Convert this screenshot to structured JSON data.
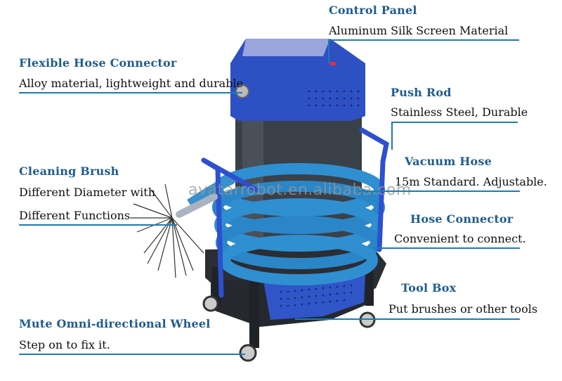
{
  "callouts": [
    {
      "id": "control-panel",
      "title": "Control Panel",
      "desc": "Aluminum Silk Screen Material"
    },
    {
      "id": "flexible-hose-connector",
      "title": "Flexible Hose Connector",
      "desc": "Alloy material, lightweight and durable"
    },
    {
      "id": "push-rod",
      "title": "Push Rod",
      "desc": "Stainless Steel, Durable"
    },
    {
      "id": "cleaning-brush",
      "title": "Cleaning Brush",
      "desc": "Different Diameter with",
      "desc2": "Different Functions"
    },
    {
      "id": "vacuum-hose",
      "title": "Vacuum Hose",
      "desc": "15m Standard. Adjustable."
    },
    {
      "id": "hose-connector",
      "title": "Hose Connector",
      "desc": "Convenient to connect."
    },
    {
      "id": "tool-box",
      "title": "Tool Box",
      "desc": "Put brushes or other tools"
    },
    {
      "id": "wheel",
      "title": "Mute Omni-directional Wheel",
      "desc": "Step on to fix it."
    }
  ],
  "watermark": "avatarrobot.en.alibaba.com",
  "colors": {
    "title": "#1f5c8f",
    "line": "#1f7bb0",
    "body_blue": "#2a4fc0",
    "hose_blue": "#2f8fd0",
    "tank": "#3a4048"
  }
}
